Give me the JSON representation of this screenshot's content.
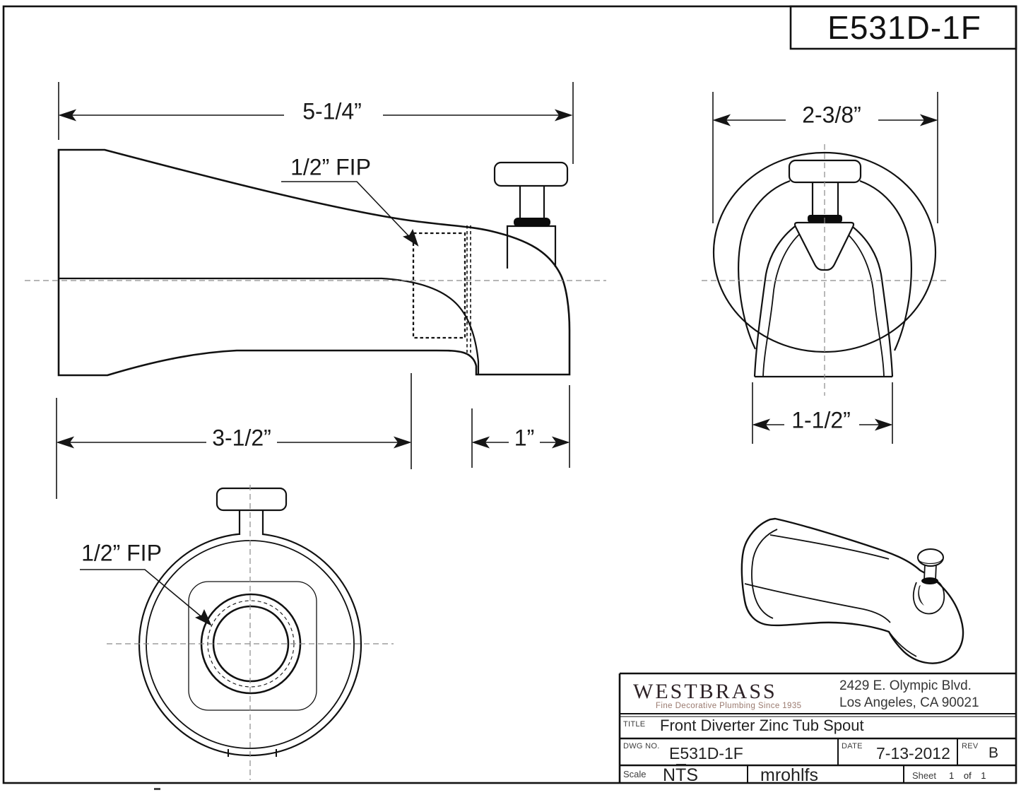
{
  "header": {
    "part_number": "E531D-1F"
  },
  "dims": {
    "overall_length": "5-1/4”",
    "fip_side": "1/2” FIP",
    "body_length": "3-1/2”",
    "outlet_offset": "1”",
    "flange_diameter": "2-3/8”",
    "base_width": "1-1/2”",
    "fip_rear": "1/2” FIP"
  },
  "title_block": {
    "company": "WESTBRASS",
    "tagline": "Fine Decorative Plumbing Since 1935",
    "address_line1": "2429 E. Olympic Blvd.",
    "address_line2": "Los Angeles, CA 90021",
    "title_label": "TITLE",
    "title": "Front Diverter Zinc Tub Spout",
    "dwg_label": "DWG NO.",
    "dwg_no": "E531D-1F",
    "date_label": "DATE",
    "date": "7-13-2012",
    "rev_label": "REV",
    "rev": "B",
    "scale_label": "Scale",
    "scale": "NTS",
    "drafter": "mrohlfs",
    "sheet_label": "Sheet",
    "sheet_value": "1 of 1"
  }
}
